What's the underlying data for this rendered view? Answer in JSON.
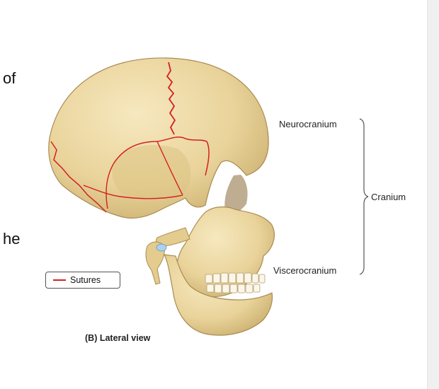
{
  "text_fragments": {
    "top": "of",
    "middle": "he"
  },
  "labels": {
    "neurocranium": "Neurocranium",
    "cranium": "Cranium",
    "viscerocranium": "Viscerocranium"
  },
  "legend": {
    "label": "Sutures",
    "line_color": "#d42020"
  },
  "caption": "(B) Lateral view",
  "colors": {
    "bone": "#ecd9a2",
    "bone_shadow": "#c9ad6c",
    "suture": "#d42020"
  }
}
